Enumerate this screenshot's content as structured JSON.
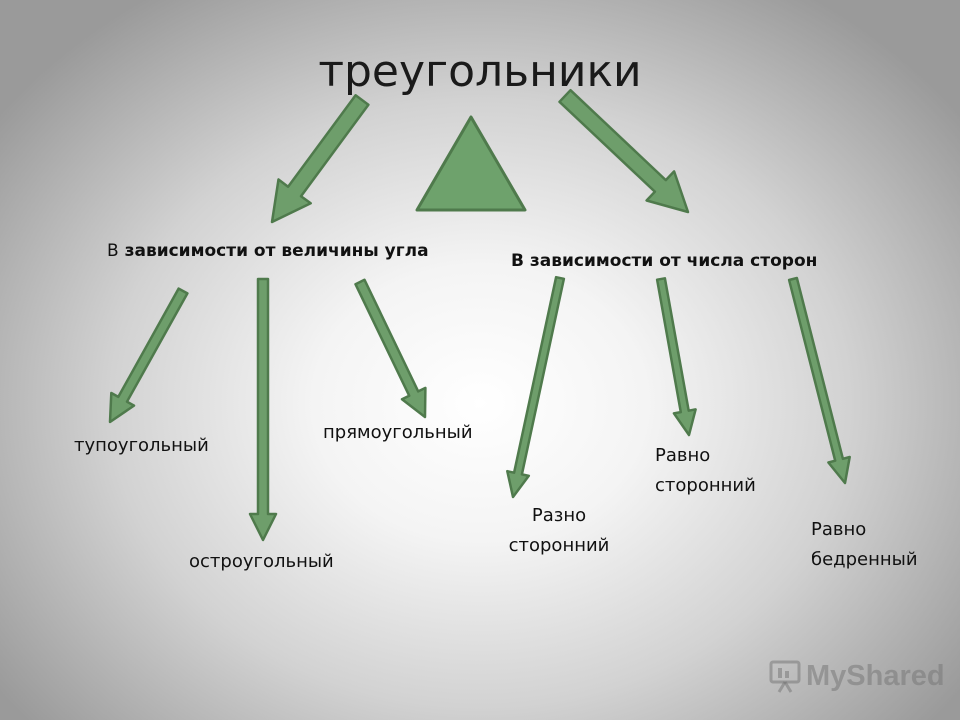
{
  "diagram": {
    "title": "треугольники",
    "categories": {
      "by_angle": {
        "prefix": "В",
        "rest": " зависимости от величины угла",
        "items": [
          "тупоугольный",
          "остроугольный",
          "прямоугольный"
        ]
      },
      "by_sides": {
        "label": "В зависимости от числа сторон",
        "items": [
          {
            "line1": "Разно",
            "line2": "сторонний"
          },
          {
            "line1": "Равно",
            "line2": "сторонний"
          },
          {
            "line1": "Равно",
            "line2": "бедренный"
          }
        ]
      }
    }
  },
  "watermark": {
    "text": "MyShared"
  },
  "colors": {
    "arrow_fill": "#6e9e6b",
    "arrow_stroke": "#4f7a4c",
    "triangle_fill": "#6ea26c"
  }
}
